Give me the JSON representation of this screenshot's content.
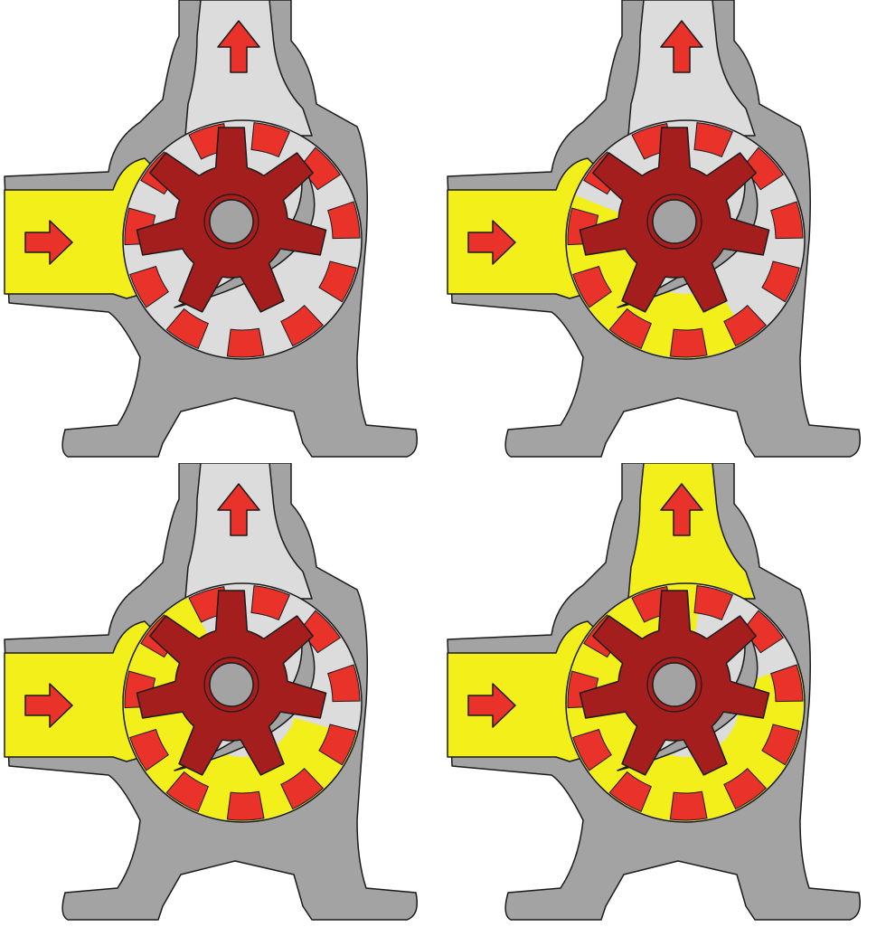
{
  "colors": {
    "background": "#ffffff",
    "housing": "#a3a3a3",
    "empty_cavity": "#dcdcdc",
    "fluid": "#f2ef1a",
    "outer_gear": "#e8322a",
    "inner_gear": "#a51e1e",
    "arrow": "#e8322a",
    "outline": "#1a1a1a"
  },
  "icons": {
    "inlet_arrow": "arrow-right-icon",
    "outlet_arrow": "arrow-up-icon"
  },
  "panels": [
    {
      "id": "stage-1",
      "fill_level": 0.0,
      "outlet_filled": false
    },
    {
      "id": "stage-2",
      "fill_level": 0.35,
      "outlet_filled": false
    },
    {
      "id": "stage-3",
      "fill_level": 0.7,
      "outlet_filled": false
    },
    {
      "id": "stage-4",
      "fill_level": 1.0,
      "outlet_filled": true
    }
  ]
}
